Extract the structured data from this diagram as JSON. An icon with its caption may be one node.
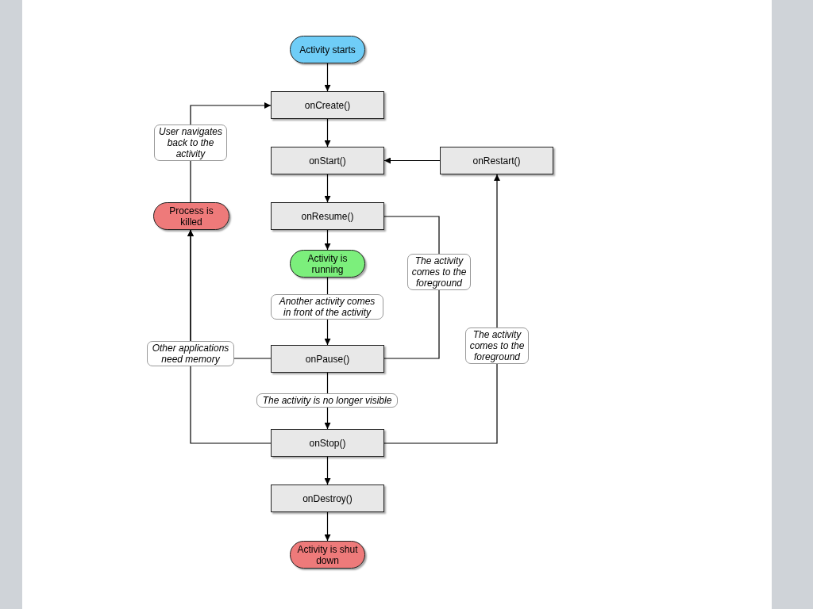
{
  "diagram": {
    "nodes": [
      {
        "text": [
          "Activity starts"
        ]
      },
      {
        "text": [
          "onCreate()"
        ]
      },
      {
        "text": [
          "onStart()"
        ]
      },
      {
        "text": [
          "onRestart()"
        ]
      },
      {
        "text": [
          "onResume()"
        ]
      },
      {
        "text": [
          "Activity is running"
        ]
      },
      {
        "text": [
          "onPause()"
        ]
      },
      {
        "text": [
          "onStop()"
        ]
      },
      {
        "text": [
          "onDestroy()"
        ]
      },
      {
        "text": [
          "Activity is shut down"
        ]
      },
      {
        "text": [
          "Process is killed"
        ]
      }
    ],
    "edges": [
      {
        "from": 0,
        "to": 1,
        "arrow": "to"
      },
      {
        "from": 1,
        "to": 2,
        "arrow": "to"
      },
      {
        "from": 2,
        "to": 4,
        "arrow": "to"
      },
      {
        "from": 4,
        "to": 5,
        "arrow": "to"
      },
      {
        "from": 5,
        "to": 6,
        "arrow": "to",
        "label": "Another activity comes in front of the activity"
      },
      {
        "from": 6,
        "to": 7,
        "arrow": "to",
        "label": "The activity is no longer visible"
      },
      {
        "from": 7,
        "to": 8,
        "arrow": "to"
      },
      {
        "from": 8,
        "to": 9,
        "arrow": "to"
      },
      {
        "from": 3,
        "to": 2,
        "arrow": "to"
      },
      {
        "from": 6,
        "to": 4,
        "arrow": "to",
        "label": "The activity comes to the foreground"
      },
      {
        "from": 7,
        "to": 3,
        "arrow": "to",
        "label": "The activity comes to the foreground"
      },
      {
        "from": 6,
        "to": 10,
        "arrow": "to",
        "label": "Other applications need memory"
      },
      {
        "from": 7,
        "to": 10,
        "arrow": "to"
      },
      {
        "from": 10,
        "to": 1,
        "arrow": "to",
        "label": "User navigates back to the activity"
      }
    ]
  }
}
